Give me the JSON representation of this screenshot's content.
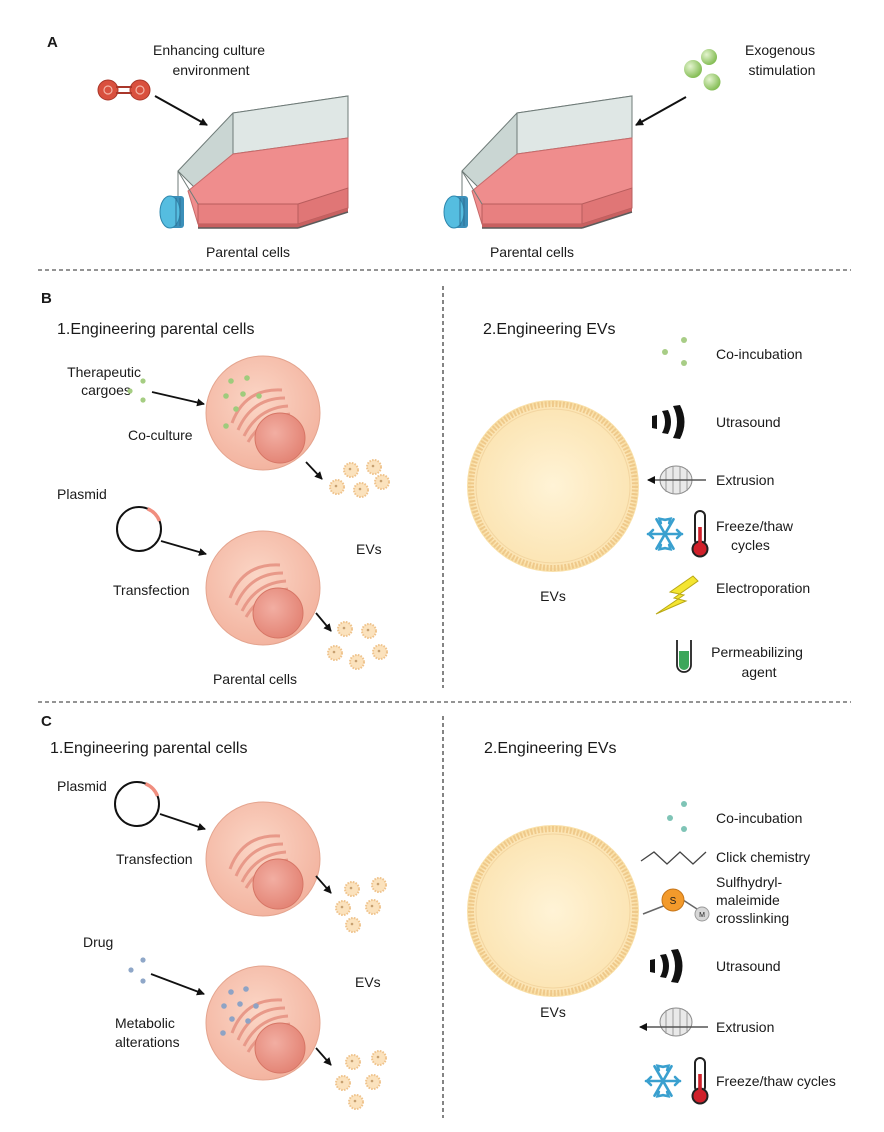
{
  "panel_a": {
    "letter": "A",
    "left_label": [
      "Enhancing culture",
      "environment"
    ],
    "right_label": [
      "Exogenous",
      "stimulation"
    ],
    "flask_caption": "Parental cells"
  },
  "panel_b": {
    "letter": "B",
    "left_title": "1.Engineering parental cells",
    "right_title": "2.Engineering EVs",
    "cargo_label": [
      "Therapeutic",
      "cargoes"
    ],
    "coculture": "Co-culture",
    "plasmid": "Plasmid",
    "transfection": "Transfection",
    "evs": "EVs",
    "parental_cells": "Parental cells",
    "ev_label": "EVs",
    "methods": {
      "coincubation": "Co-incubation",
      "ultrasound": "Utrasound",
      "extrusion": "Extrusion",
      "freeze": [
        "Freeze/thaw",
        "cycles"
      ],
      "electroporation": "Electroporation",
      "permeabilizing": [
        "Permeabilizing",
        "agent"
      ]
    }
  },
  "panel_c": {
    "letter": "C",
    "left_title": "1.Engineering parental cells",
    "right_title": "2.Engineering EVs",
    "plasmid": "Plasmid",
    "transfection": "Transfection",
    "drug": "Drug",
    "metabolic": [
      "Metabolic",
      "alterations"
    ],
    "evs": "EVs",
    "ev_label": "EVs",
    "methods": {
      "coincubation": "Co-incubation",
      "click": "Click chemistry",
      "sulfhydryl": [
        "Sulfhydryl-",
        "maleimide",
        "crosslinking"
      ],
      "s_glyph": "S",
      "m_glyph": "M",
      "ultrasound": "Utrasound",
      "extrusion": "Extrusion",
      "freeze": "Freeze/thaw cycles"
    }
  },
  "colors": {
    "cell_fill": "#f8c6b4",
    "nucleus": "#ec9e92",
    "ev_fill": "#fde6b4",
    "ev_rim": "#f1c77a",
    "medium": "#ef8d8d",
    "flask_glass": "#c5d2cf",
    "cap": "#4fb8dc",
    "cargo_green": "#9ccb74",
    "snowflake": "#3aa0cf",
    "bolt": "#f4e531"
  }
}
